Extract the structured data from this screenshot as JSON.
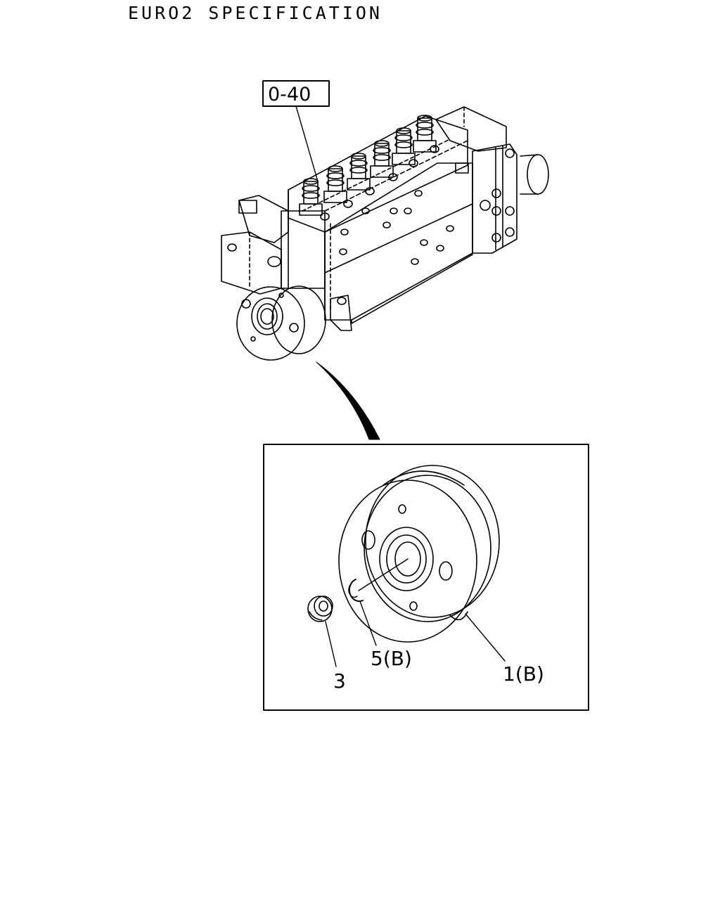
{
  "header": {
    "title": "EURO2 SPECIFICATION"
  },
  "reference": {
    "label": "0-40"
  },
  "callouts": {
    "part_1": "1(B)",
    "part_3": "3",
    "part_5": "5(B)"
  },
  "colors": {
    "line": "#000000",
    "background": "#ffffff"
  }
}
